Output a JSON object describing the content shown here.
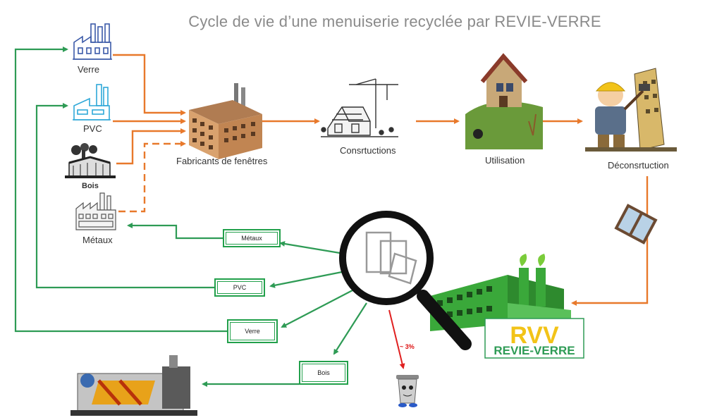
{
  "title": "Cycle de vie d’une menuiserie recyclée par REVIE-VERRE",
  "materials": {
    "verre": "Verre",
    "pvc": "PVC",
    "bois": "Bois",
    "metaux": "Métaux"
  },
  "stages": {
    "fabricants": "Fabricants de fenêtres",
    "constructions": "Consrtuctions",
    "utilisation": "Utilisation",
    "deconstruction": "Déconsrtuction"
  },
  "recycled_boxes": {
    "metaux": "Métaux",
    "pvc": "PVC",
    "verre": "Verre",
    "bois": "Bois"
  },
  "waste_percent": "~ 3%",
  "logo": {
    "letters": "RVV",
    "name": "REVIE-VERRE"
  },
  "colors": {
    "orange_flow": "#e8792b",
    "green_flow": "#2e9b55",
    "red_flow": "#e02020",
    "factory_green": "#3aa83a",
    "logo_yellow": "#f2c318"
  }
}
